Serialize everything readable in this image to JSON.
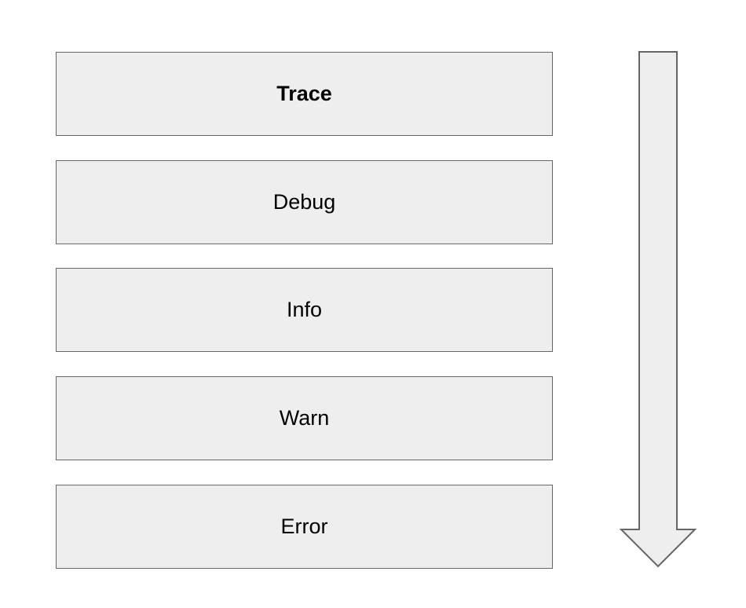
{
  "diagram": {
    "name": "log-severity-levels",
    "levels": [
      {
        "label": "Trace",
        "emphasis": "bold"
      },
      {
        "label": "Debug",
        "emphasis": "normal"
      },
      {
        "label": "Info",
        "emphasis": "normal"
      },
      {
        "label": "Warn",
        "emphasis": "normal"
      },
      {
        "label": "Error",
        "emphasis": "normal"
      }
    ],
    "arrow": {
      "direction": "down",
      "meaning": "increasing-severity"
    },
    "colors": {
      "background": "#ffffff",
      "box_fill": "#eeeeee",
      "box_border": "#666666",
      "arrow_fill": "#eeeeee",
      "arrow_border": "#666666",
      "text": "#000000"
    }
  }
}
